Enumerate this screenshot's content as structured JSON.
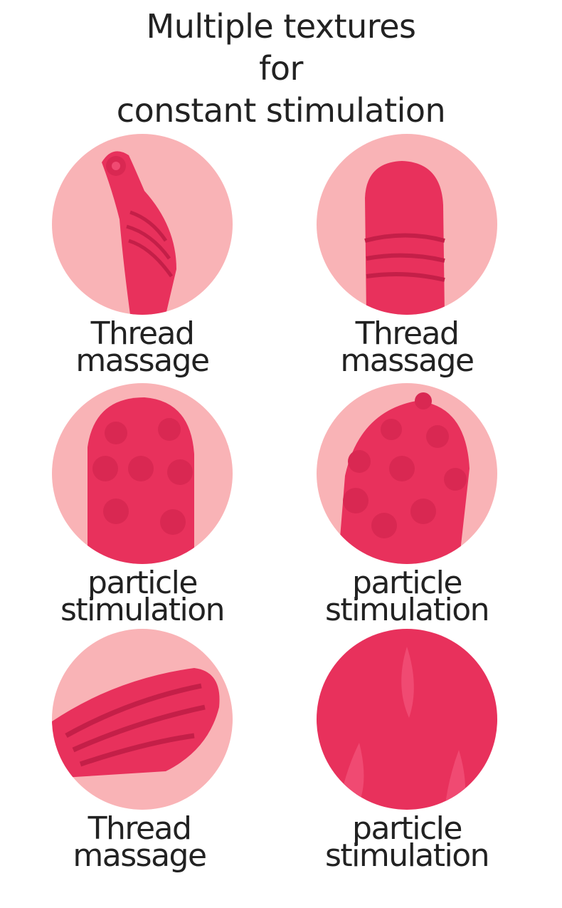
{
  "title": {
    "lines": [
      "Multiple textures",
      "for",
      "constant stimulation"
    ]
  },
  "colors": {
    "circle_bg": "#f9b3b6",
    "product": "#e8315c",
    "product_shadow": "#c41f48",
    "text": "#222222"
  },
  "items": [
    {
      "label1": "Thread",
      "label2": "massage",
      "texture": "thread"
    },
    {
      "label1": "Thread",
      "label2": "massage",
      "texture": "thread"
    },
    {
      "label1": "particle",
      "label2": "stimulation",
      "texture": "particle"
    },
    {
      "label1": "particle",
      "label2": "stimulation",
      "texture": "particle"
    },
    {
      "label1": "Thread",
      "label2": "massage",
      "texture": "thread"
    },
    {
      "label1": "particle",
      "label2": "stimulation",
      "texture": "particle"
    }
  ]
}
